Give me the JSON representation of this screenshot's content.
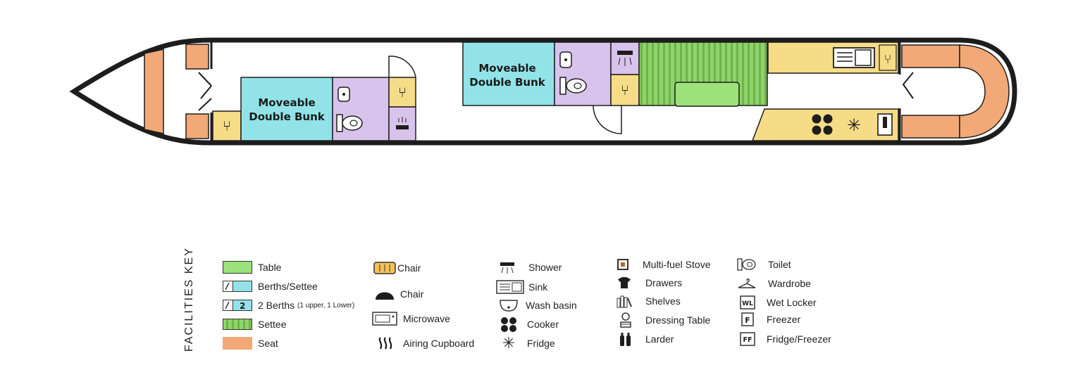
{
  "plan": {
    "bunk_front": {
      "line1": "Moveable",
      "line2": "Double Bunk"
    },
    "bunk_mid": {
      "line1": "Moveable",
      "line2": "Double Bunk"
    }
  },
  "key": {
    "title": "FACILITIES KEY",
    "col1": [
      {
        "icon": "table-swatch",
        "label": "Table"
      },
      {
        "icon": "berth-settee-swatch",
        "label": "Berths/Settee"
      },
      {
        "icon": "two-berths-swatch",
        "label": "2 Berths",
        "note": "(1 upper, 1 Lower)",
        "badge": "2"
      },
      {
        "icon": "settee-swatch",
        "label": "Settee"
      },
      {
        "icon": "seat-swatch",
        "label": "Seat"
      }
    ],
    "col2": [
      {
        "icon": "chair-box-icon",
        "label": "Chair"
      },
      {
        "icon": "chair-dome-icon",
        "label": "Chair"
      },
      {
        "icon": "microwave-icon",
        "label": "Microwave"
      },
      {
        "icon": "airing-cupboard-icon",
        "label": "Airing Cupboard"
      }
    ],
    "col3": [
      {
        "icon": "shower-icon",
        "label": "Shower"
      },
      {
        "icon": "sink-icon",
        "label": "Sink"
      },
      {
        "icon": "wash-basin-icon",
        "label": "Wash basin"
      },
      {
        "icon": "cooker-icon",
        "label": "Cooker"
      },
      {
        "icon": "fridge-icon",
        "label": "Fridge"
      }
    ],
    "col4": [
      {
        "icon": "stove-icon",
        "label": "Multi-fuel Stove"
      },
      {
        "icon": "drawers-icon",
        "label": "Drawers"
      },
      {
        "icon": "shelves-icon",
        "label": "Shelves"
      },
      {
        "icon": "dressing-table-icon",
        "label": "Dressing Table"
      },
      {
        "icon": "larder-icon",
        "label": "Larder"
      }
    ],
    "col5": [
      {
        "icon": "toilet-icon",
        "label": "Toilet"
      },
      {
        "icon": "wardrobe-icon",
        "label": "Wardrobe"
      },
      {
        "icon": "wet-locker-icon",
        "label": "Wet Locker",
        "badge": "WL"
      },
      {
        "icon": "freezer-icon",
        "label": "Freezer",
        "badge": "F"
      },
      {
        "icon": "fridge-freezer-icon",
        "label": "Fridge/Freezer",
        "badge": "FF"
      }
    ]
  },
  "colors": {
    "table": "#9be27a",
    "berth": "#92e3e8",
    "settee": "#8fd46a",
    "seat": "#f2a877",
    "bathroom": "#d8c3ec",
    "galley": "#f6dc86",
    "hull": "#1d1d1d"
  }
}
